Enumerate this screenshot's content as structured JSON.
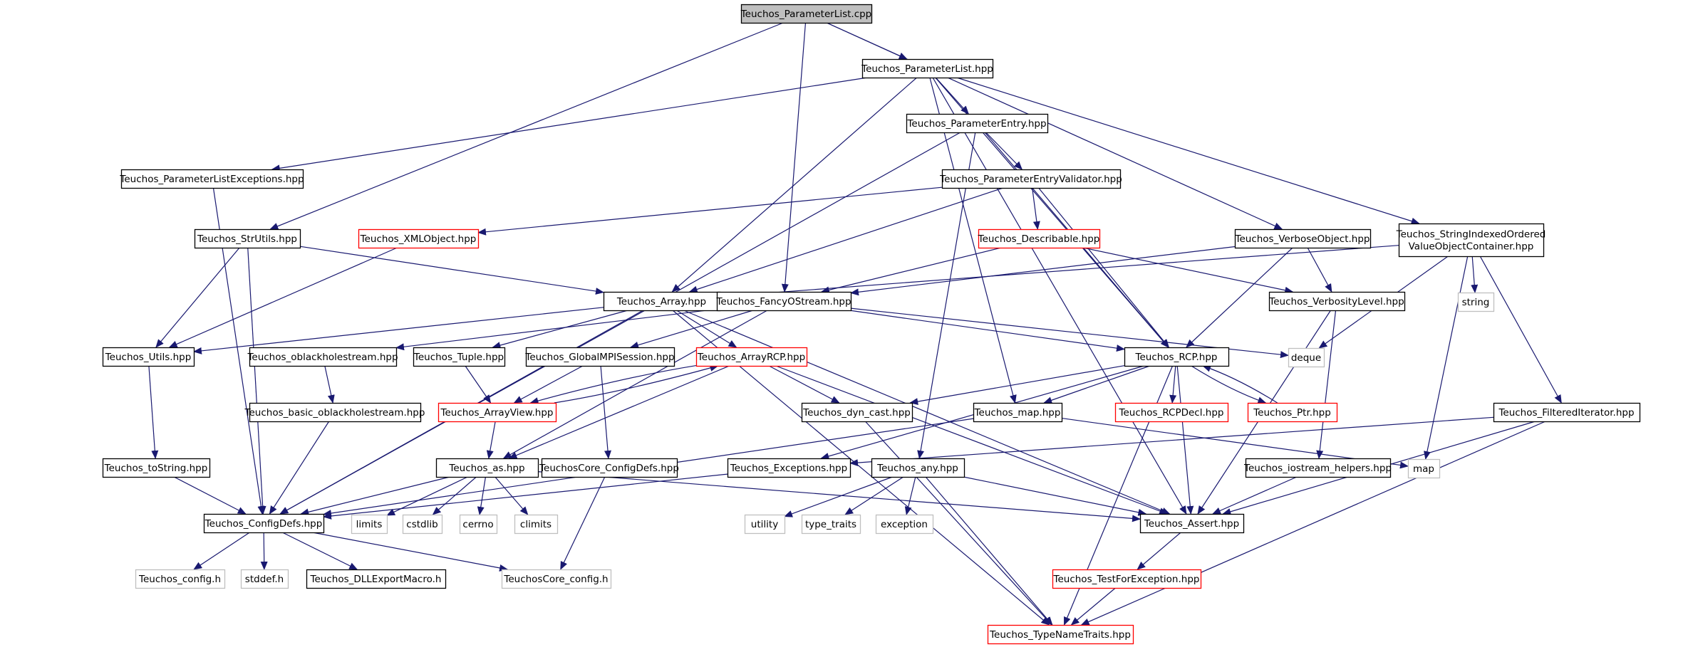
{
  "diagram": {
    "colors": {
      "edge": "#191970",
      "border_normal": "#000000",
      "border_truncated": "#ff0000",
      "border_system": "#bfbfbf",
      "fill_root": "#bfbfbf",
      "fill": "#ffffff",
      "text": "#000000"
    },
    "nodes": [
      {
        "id": "plcpp",
        "label": "Teuchos_ParameterList.cpp",
        "kind": "root"
      },
      {
        "id": "plhpp",
        "label": "Teuchos_ParameterList.hpp",
        "kind": "normal"
      },
      {
        "id": "plexc",
        "label": "Teuchos_ParameterListExceptions.hpp",
        "kind": "normal"
      },
      {
        "id": "pentry",
        "label": "Teuchos_ParameterEntry.hpp",
        "kind": "normal"
      },
      {
        "id": "pev",
        "label": "Teuchos_ParameterEntryValidator.hpp",
        "kind": "normal"
      },
      {
        "id": "strutils",
        "label": "Teuchos_StrUtils.hpp",
        "kind": "normal"
      },
      {
        "id": "xml",
        "label": "Teuchos_XMLObject.hpp",
        "kind": "truncated"
      },
      {
        "id": "descr",
        "label": "Teuchos_Describable.hpp",
        "kind": "truncated"
      },
      {
        "id": "verbobj",
        "label": "Teuchos_VerboseObject.hpp",
        "kind": "normal"
      },
      {
        "id": "sioc",
        "label": "Teuchos_StringIndexedOrdered\nValueObjectContainer.hpp",
        "kind": "normal"
      },
      {
        "id": "array",
        "label": "Teuchos_Array.hpp",
        "kind": "normal"
      },
      {
        "id": "fos",
        "label": "Teuchos_FancyOStream.hpp",
        "kind": "normal"
      },
      {
        "id": "string",
        "label": "string",
        "kind": "system"
      },
      {
        "id": "verblvl",
        "label": "Teuchos_VerbosityLevel.hpp",
        "kind": "normal"
      },
      {
        "id": "utils",
        "label": "Teuchos_Utils.hpp",
        "kind": "normal"
      },
      {
        "id": "obhs",
        "label": "Teuchos_oblackholestream.hpp",
        "kind": "normal"
      },
      {
        "id": "tuple",
        "label": "Teuchos_Tuple.hpp",
        "kind": "normal"
      },
      {
        "id": "gmpi",
        "label": "Teuchos_GlobalMPISession.hpp",
        "kind": "normal"
      },
      {
        "id": "arcp",
        "label": "Teuchos_ArrayRCP.hpp",
        "kind": "truncated"
      },
      {
        "id": "rcp",
        "label": "Teuchos_RCP.hpp",
        "kind": "normal"
      },
      {
        "id": "deque",
        "label": "deque",
        "kind": "system"
      },
      {
        "id": "bobhs",
        "label": "Teuchos_basic_oblackholestream.hpp",
        "kind": "normal"
      },
      {
        "id": "aview",
        "label": "Teuchos_ArrayView.hpp",
        "kind": "truncated"
      },
      {
        "id": "dyncast",
        "label": "Teuchos_dyn_cast.hpp",
        "kind": "normal"
      },
      {
        "id": "tmap",
        "label": "Teuchos_map.hpp",
        "kind": "normal"
      },
      {
        "id": "rcpdecl",
        "label": "Teuchos_RCPDecl.hpp",
        "kind": "truncated"
      },
      {
        "id": "ptr",
        "label": "Teuchos_Ptr.hpp",
        "kind": "truncated"
      },
      {
        "id": "filtit",
        "label": "Teuchos_FilteredIterator.hpp",
        "kind": "normal"
      },
      {
        "id": "tostring",
        "label": "Teuchos_toString.hpp",
        "kind": "normal"
      },
      {
        "id": "as",
        "label": "Teuchos_as.hpp",
        "kind": "normal"
      },
      {
        "id": "tccd",
        "label": "TeuchosCore_ConfigDefs.hpp",
        "kind": "normal"
      },
      {
        "id": "exc",
        "label": "Teuchos_Exceptions.hpp",
        "kind": "normal"
      },
      {
        "id": "any",
        "label": "Teuchos_any.hpp",
        "kind": "normal"
      },
      {
        "id": "map",
        "label": "map",
        "kind": "system"
      },
      {
        "id": "ioh",
        "label": "Teuchos_iostream_helpers.hpp",
        "kind": "normal"
      },
      {
        "id": "cdefs",
        "label": "Teuchos_ConfigDefs.hpp",
        "kind": "normal"
      },
      {
        "id": "limits",
        "label": "limits",
        "kind": "system"
      },
      {
        "id": "cstdlib",
        "label": "cstdlib",
        "kind": "system"
      },
      {
        "id": "cerrno",
        "label": "cerrno",
        "kind": "system"
      },
      {
        "id": "climits",
        "label": "climits",
        "kind": "system"
      },
      {
        "id": "utility",
        "label": "utility",
        "kind": "system"
      },
      {
        "id": "typetraits",
        "label": "type_traits",
        "kind": "system"
      },
      {
        "id": "exception",
        "label": "exception",
        "kind": "system"
      },
      {
        "id": "assert",
        "label": "Teuchos_Assert.hpp",
        "kind": "normal"
      },
      {
        "id": "config",
        "label": "Teuchos_config.h",
        "kind": "system"
      },
      {
        "id": "stddef",
        "label": "stddef.h",
        "kind": "system"
      },
      {
        "id": "dllexp",
        "label": "Teuchos_DLLExportMacro.h",
        "kind": "normal"
      },
      {
        "id": "tcconfig",
        "label": "TeuchosCore_config.h",
        "kind": "system"
      },
      {
        "id": "tfe",
        "label": "Teuchos_TestForException.hpp",
        "kind": "truncated"
      },
      {
        "id": "tnt",
        "label": "Teuchos_TypeNameTraits.hpp",
        "kind": "truncated"
      }
    ],
    "edges": [
      [
        "plcpp",
        "plhpp"
      ],
      [
        "plcpp",
        "strutils"
      ],
      [
        "plcpp",
        "fos"
      ],
      [
        "plcpp",
        "verbobj"
      ],
      [
        "plhpp",
        "plexc"
      ],
      [
        "plhpp",
        "pentry"
      ],
      [
        "plhpp",
        "array"
      ],
      [
        "plhpp",
        "tmap"
      ],
      [
        "plhpp",
        "rcp"
      ],
      [
        "plhpp",
        "sioc"
      ],
      [
        "plhpp",
        "assert"
      ],
      [
        "plexc",
        "cdefs"
      ],
      [
        "pentry",
        "pev"
      ],
      [
        "pentry",
        "cdefs"
      ],
      [
        "pentry",
        "rcp"
      ],
      [
        "pentry",
        "any"
      ],
      [
        "pev",
        "xml"
      ],
      [
        "pev",
        "descr"
      ],
      [
        "pev",
        "array"
      ],
      [
        "pev",
        "rcp"
      ],
      [
        "strutils",
        "array"
      ],
      [
        "strutils",
        "utils"
      ],
      [
        "strutils",
        "cdefs"
      ],
      [
        "xml",
        "utils"
      ],
      [
        "descr",
        "fos"
      ],
      [
        "descr",
        "verblvl"
      ],
      [
        "verbobj",
        "fos"
      ],
      [
        "verbobj",
        "verblvl"
      ],
      [
        "verbobj",
        "rcp"
      ],
      [
        "sioc",
        "array"
      ],
      [
        "sioc",
        "string"
      ],
      [
        "sioc",
        "deque"
      ],
      [
        "sioc",
        "map"
      ],
      [
        "sioc",
        "filtit"
      ],
      [
        "array",
        "utils"
      ],
      [
        "array",
        "tuple"
      ],
      [
        "array",
        "arcp"
      ],
      [
        "array",
        "assert"
      ],
      [
        "array",
        "cdefs"
      ],
      [
        "array",
        "tnt"
      ],
      [
        "fos",
        "obhs"
      ],
      [
        "fos",
        "gmpi"
      ],
      [
        "fos",
        "rcp"
      ],
      [
        "fos",
        "deque"
      ],
      [
        "fos",
        "as"
      ],
      [
        "verblvl",
        "ioh"
      ],
      [
        "verblvl",
        "assert"
      ],
      [
        "utils",
        "tostring"
      ],
      [
        "obhs",
        "bobhs"
      ],
      [
        "tuple",
        "aview"
      ],
      [
        "gmpi",
        "aview"
      ],
      [
        "gmpi",
        "tccd"
      ],
      [
        "arcp",
        "aview"
      ],
      [
        "arcp",
        "as"
      ],
      [
        "arcp",
        "dyncast"
      ],
      [
        "arcp",
        "assert"
      ],
      [
        "aview",
        "arcp"
      ],
      [
        "aview",
        "as"
      ],
      [
        "rcp",
        "dyncast"
      ],
      [
        "rcp",
        "tmap"
      ],
      [
        "rcp",
        "rcpdecl"
      ],
      [
        "rcp",
        "ptr"
      ],
      [
        "rcp",
        "exc"
      ],
      [
        "rcp",
        "assert"
      ],
      [
        "rcp",
        "tnt"
      ],
      [
        "ptr",
        "rcp"
      ],
      [
        "bobhs",
        "cdefs"
      ],
      [
        "dyncast",
        "tnt"
      ],
      [
        "tmap",
        "cdefs"
      ],
      [
        "tmap",
        "map"
      ],
      [
        "filtit",
        "exc"
      ],
      [
        "filtit",
        "assert"
      ],
      [
        "filtit",
        "tnt"
      ],
      [
        "tostring",
        "cdefs"
      ],
      [
        "as",
        "cdefs"
      ],
      [
        "as",
        "limits"
      ],
      [
        "as",
        "cstdlib"
      ],
      [
        "as",
        "cerrno"
      ],
      [
        "as",
        "climits"
      ],
      [
        "as",
        "assert"
      ],
      [
        "tccd",
        "tcconfig"
      ],
      [
        "exc",
        "cdefs"
      ],
      [
        "any",
        "utility"
      ],
      [
        "any",
        "typetraits"
      ],
      [
        "any",
        "exception"
      ],
      [
        "any",
        "assert"
      ],
      [
        "any",
        "tnt"
      ],
      [
        "ioh",
        "assert"
      ],
      [
        "cdefs",
        "config"
      ],
      [
        "cdefs",
        "stddef"
      ],
      [
        "cdefs",
        "dllexp"
      ],
      [
        "cdefs",
        "tcconfig"
      ],
      [
        "assert",
        "tfe"
      ],
      [
        "tfe",
        "tnt"
      ]
    ]
  }
}
